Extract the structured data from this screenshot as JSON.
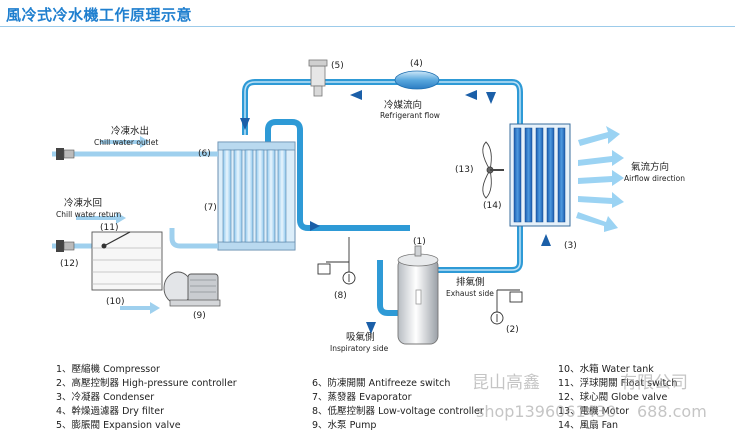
{
  "title": "風冷式冷水機工作原理示意",
  "labels": {
    "refrigerant_flow_cn": "冷媒流向",
    "refrigerant_flow_en": "Refrigerant flow",
    "airflow_cn": "氣流方向",
    "airflow_en": "Airflow direction",
    "chill_water_outlet_cn": "冷凍水出",
    "chill_water_outlet_en": "Chill water outlet",
    "chill_water_return_cn": "冷凍水回",
    "chill_water_return_en": "Chill water return",
    "exhaust_side_cn": "排氣側",
    "exhaust_side_en": "Exhaust side",
    "inspiratory_side_cn": "吸氣側",
    "inspiratory_side_en": "Inspiratory side"
  },
  "callouts": {
    "c1": "(1)",
    "c2": "(2)",
    "c3": "(3)",
    "c4": "(4)",
    "c5": "(5)",
    "c6": "(6)",
    "c7": "(7)",
    "c8": "(8)",
    "c9": "(9)",
    "c10": "(10)",
    "c11": "(11)",
    "c12": "(12)",
    "c13": "(13)",
    "c14": "(14)"
  },
  "legend": {
    "col1": [
      "1、壓縮機 Compressor",
      "2、高壓控制器 High-pressure controller",
      "3、冷凝器 Condenser",
      "4、幹燥過濾器 Dry filter",
      "5、膨脹閥 Expansion valve"
    ],
    "col2": [
      "6、防凍開關 Antifreeze switch",
      "7、蒸發器 Evaporator",
      "8、低壓控制器 Low-voltage controller",
      "9、水泵 Pump"
    ],
    "col3": [
      "10、水箱 Water tank",
      "11、浮球開關 Float switch",
      "12、球心閥 Globe valve",
      "13、電機 Motor",
      "14、風扇 Fan"
    ]
  },
  "watermark": {
    "line1": "昆山高鑫",
    "line2": "有限公司",
    "line3": "shop1396061430",
    "line4": "688.com"
  },
  "colors": {
    "pipe": "#2e9ad6",
    "pipe_dark": "#1f6fb0",
    "arrow": "#1b5fa8",
    "title": "#1f7fcf"
  }
}
